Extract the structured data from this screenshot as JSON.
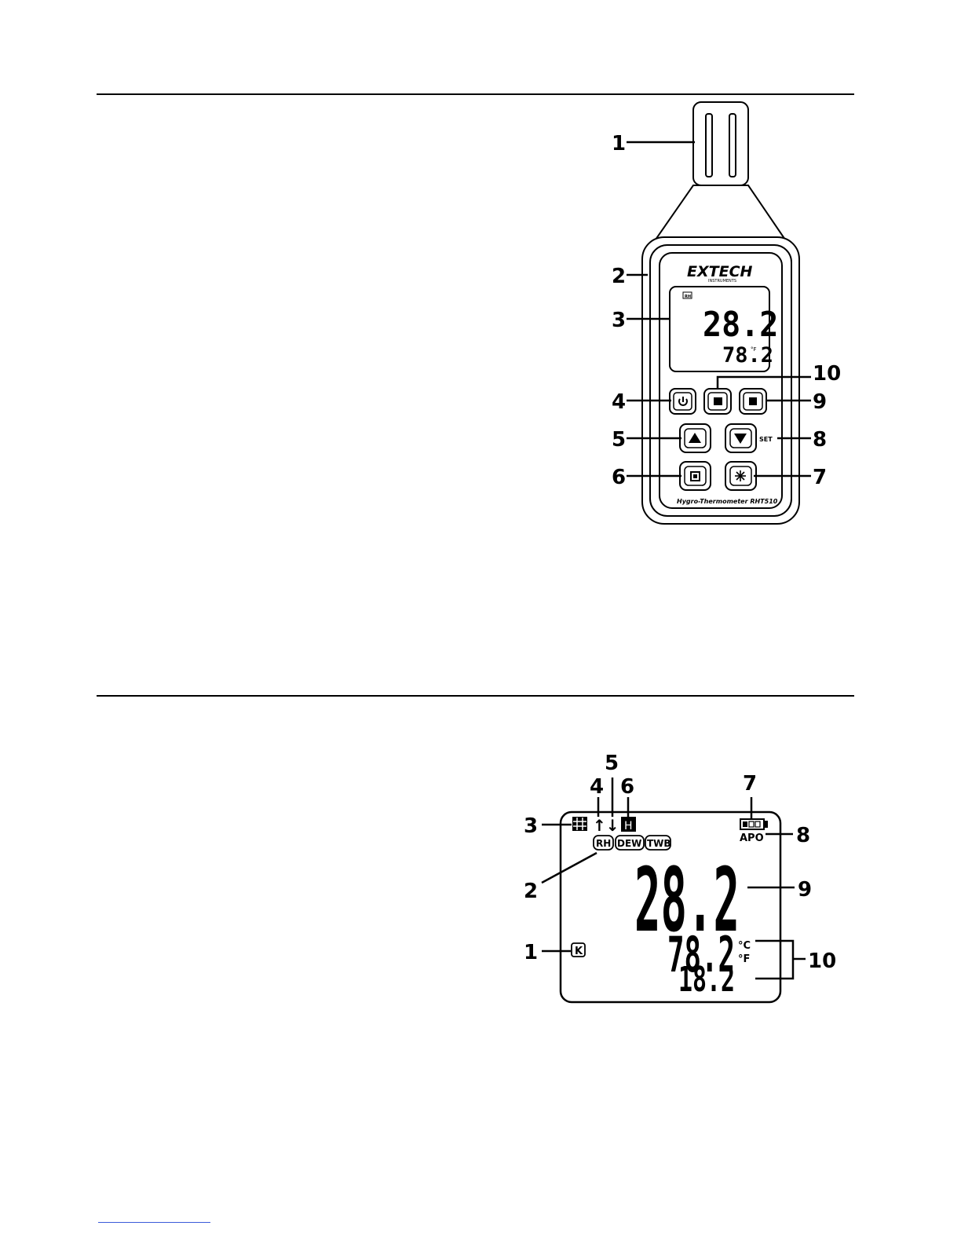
{
  "meter_diagram": {
    "brand": "EXTECH",
    "brand_sub": "INSTRUMENTS",
    "model_label": "Hygro-Thermometer RHT510",
    "display_icon": "RH",
    "display_main": "28.2",
    "display_sub": "78.2",
    "display_sub_unit": "°F",
    "set_label": "SET",
    "callouts": [
      "1",
      "2",
      "3",
      "4",
      "5",
      "6",
      "7",
      "8",
      "9",
      "10"
    ],
    "button_icons": [
      "power-icon",
      "unit-icon",
      "hold-icon",
      "up-arrow-icon",
      "down-arrow-icon",
      "mode-icon",
      "backlight-icon"
    ]
  },
  "lcd_diagram": {
    "tags": [
      "RH",
      "DEW",
      "TWB"
    ],
    "apo": "APO",
    "hold_icon": "H",
    "max_min_arrows": "↑↓",
    "k_icon": "K",
    "main_value": "28.2",
    "sub_value_1": "78.2",
    "sub_value_2": "18.2",
    "unit_c": "°C",
    "unit_f": "°F",
    "callouts": [
      "1",
      "2",
      "3",
      "4",
      "5",
      "6",
      "7",
      "8",
      "9",
      "10"
    ]
  }
}
